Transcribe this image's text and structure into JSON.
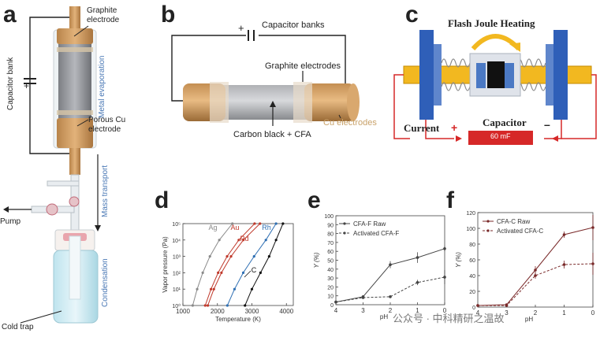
{
  "panels": {
    "a": "a",
    "b": "b",
    "c": "c",
    "d": "d",
    "e": "e",
    "f": "f"
  },
  "panel_a": {
    "graphite_electrode": "Graphite electrode",
    "metal_evaporation": "Metal evaporation",
    "capacitor_bank": "Capacitor bank",
    "porous_cu_electrode": "Porous Cu electrode",
    "mass_transport": "Mass transport",
    "pump": "Pump",
    "condensation": "Condensation",
    "cold_trap": "Cold trap",
    "plus": "+"
  },
  "panel_b": {
    "capacitor_banks": "Capacitor banks",
    "graphite_electrodes": "Graphite electrodes",
    "cu_electrodes": "Cu electrodes",
    "carbon_black": "Carbon black + CFA",
    "plus": "+"
  },
  "panel_c": {
    "flash": "Flash Joule Heating",
    "current": "Current",
    "plus": "+",
    "capacitor": "Capacitor",
    "minus": "–",
    "cap_value": "60 mF"
  },
  "watermark": "公众号 · 中科精研之温故",
  "chart_data": [
    {
      "type": "line",
      "panel": "d",
      "xlabel": "Temperature (K)",
      "ylabel": "Vapor pressure (Pa)",
      "xlim": [
        1000,
        4200
      ],
      "ylim_log10": [
        0,
        5
      ],
      "x_ticks": [
        "1000",
        "2000",
        "3000",
        "4000"
      ],
      "y_ticks": [
        "10⁰",
        "10¹",
        "10²",
        "10³",
        "10⁴",
        "10⁵"
      ],
      "series": [
        {
          "name": "Ag",
          "color": "#8a8a8a",
          "x": [
            1283,
            1413,
            1575,
            1782,
            2055,
            2433
          ],
          "y": [
            0,
            1,
            2,
            3,
            4,
            5
          ]
        },
        {
          "name": "Au",
          "color": "#c0392b",
          "x": [
            1646,
            1814,
            2021,
            2281,
            2620,
            3078
          ],
          "y": [
            0,
            1,
            2,
            3,
            4,
            5
          ]
        },
        {
          "name": "Pd",
          "color": "#c0392b",
          "x": [
            1721,
            1897,
            2117,
            2395,
            2753,
            3234
          ],
          "y": [
            0,
            1,
            2,
            3,
            4,
            5
          ]
        },
        {
          "name": "Rh",
          "color": "#2e6fb3",
          "x": [
            2288,
            2496,
            2749,
            3063,
            3405,
            3700
          ],
          "y": [
            0,
            1,
            2,
            3,
            4,
            5
          ]
        },
        {
          "name": "C",
          "color": "#111111",
          "x": [
            2800,
            3000,
            3250,
            3500,
            3700,
            3900
          ],
          "y": [
            0,
            1,
            2,
            3,
            4,
            5
          ]
        }
      ]
    },
    {
      "type": "line",
      "panel": "e",
      "xlabel": "pH",
      "ylabel": "Y (%)",
      "ylim": [
        0,
        100
      ],
      "x_categories": [
        "4",
        "3",
        "2",
        "1",
        "0"
      ],
      "y_ticks": [
        "0",
        "10",
        "20",
        "30",
        "40",
        "50",
        "60",
        "70",
        "80",
        "90",
        "100"
      ],
      "series": [
        {
          "name": "CFA-F Raw",
          "x": [
            4,
            3,
            2,
            1,
            0
          ],
          "y": [
            3,
            9,
            45,
            53,
            63
          ],
          "err": [
            0,
            1,
            4,
            6,
            3
          ]
        },
        {
          "name": "Activated CFA-F",
          "x": [
            4,
            3,
            2,
            1,
            0
          ],
          "y": [
            3,
            8,
            9,
            25,
            31
          ],
          "err": [
            0,
            1,
            1,
            3,
            8
          ]
        }
      ]
    },
    {
      "type": "line",
      "panel": "f",
      "xlabel": "pH",
      "ylabel": "Y (%)",
      "ylim": [
        0,
        120
      ],
      "x_categories": [
        "4",
        "3",
        "2",
        "1",
        "0"
      ],
      "y_ticks": [
        "0",
        "20",
        "40",
        "60",
        "80",
        "100",
        "120"
      ],
      "series": [
        {
          "name": "CFA-C Raw",
          "x": [
            4,
            3,
            2,
            1,
            0
          ],
          "y": [
            2,
            3,
            47,
            92,
            101
          ],
          "err": [
            0,
            1,
            5,
            4,
            16
          ]
        },
        {
          "name": "Activated CFA-C",
          "x": [
            4,
            3,
            2,
            1,
            0
          ],
          "y": [
            2,
            2,
            40,
            54,
            55
          ],
          "err": [
            0,
            1,
            4,
            5,
            14
          ]
        }
      ]
    }
  ]
}
